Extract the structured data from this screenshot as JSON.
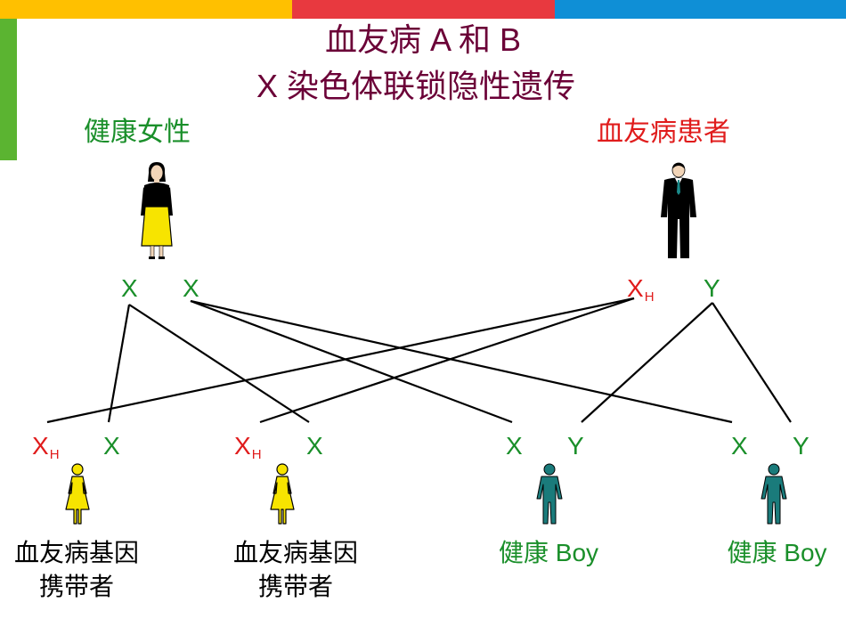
{
  "colors": {
    "bar_yellow": "#ffc000",
    "bar_red": "#e8393f",
    "bar_blue": "#0f8fd6",
    "side_green": "#5bb431",
    "title": "#6b0037",
    "healthy_green": "#1a8f2a",
    "patient_red": "#e01c1c",
    "text_black": "#000000",
    "female_yellow": "#f7e400",
    "male_teal": "#1a7b7b"
  },
  "title": {
    "line1": "血友病 A 和 B",
    "line2": "X 染色体联锁隐性遗传"
  },
  "parents": {
    "mother": {
      "label": "健康女性",
      "genes": [
        {
          "base": "X",
          "sub": ""
        },
        {
          "base": "X",
          "sub": ""
        }
      ]
    },
    "father": {
      "label": "血友病患者",
      "genes": [
        {
          "base": "X",
          "sub": "H"
        },
        {
          "base": "Y",
          "sub": ""
        }
      ]
    }
  },
  "children": [
    {
      "genes": [
        {
          "base": "X",
          "sub": "H"
        },
        {
          "base": "X",
          "sub": ""
        }
      ],
      "caption_line1": "血友病基因",
      "caption_line2": "携带者",
      "figure": "female-icon"
    },
    {
      "genes": [
        {
          "base": "X",
          "sub": "H"
        },
        {
          "base": "X",
          "sub": ""
        }
      ],
      "caption_line1": "血友病基因",
      "caption_line2": "携带者",
      "figure": "female-icon"
    },
    {
      "genes": [
        {
          "base": "X",
          "sub": ""
        },
        {
          "base": "Y",
          "sub": ""
        }
      ],
      "caption_line1": "健康 Boy",
      "caption_line2": "",
      "figure": "male-icon"
    },
    {
      "genes": [
        {
          "base": "X",
          "sub": ""
        },
        {
          "base": "Y",
          "sub": ""
        }
      ],
      "caption_line1": "健康 Boy",
      "caption_line2": "",
      "figure": "male-icon"
    }
  ]
}
